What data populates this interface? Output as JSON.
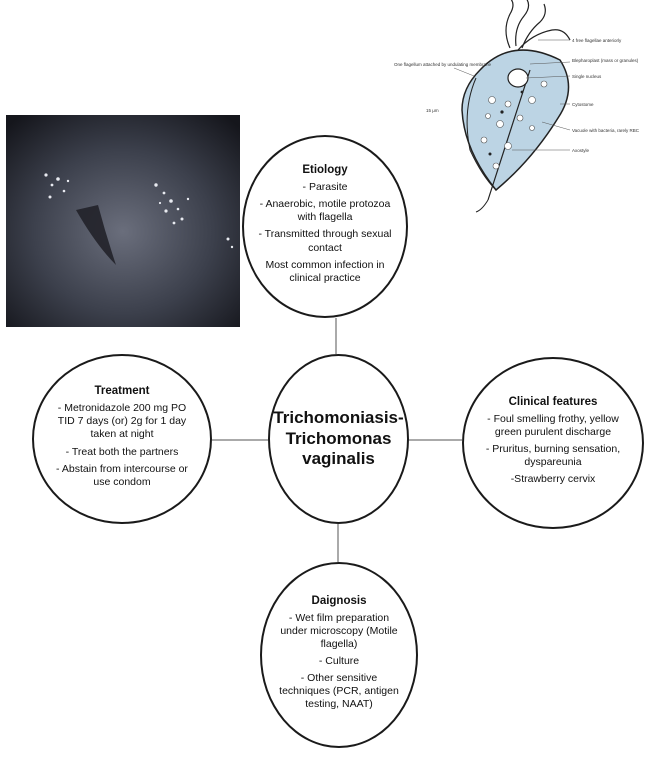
{
  "center": {
    "title_lines": [
      "Trichomoniasis-",
      "Trichomonas",
      "vaginalis"
    ]
  },
  "etiology": {
    "title": "Etiology",
    "items": [
      "- Parasite",
      "- Anaerobic, motile protozoa with flagella",
      "- Transmitted through sexual contact",
      "Most common infection in clinical practice"
    ]
  },
  "treatment": {
    "title": "Treatment",
    "items": [
      "- Metronidazole 200 mg PO TID 7 days (or) 2g for 1 day taken at night",
      "- Treat both the partners",
      "- Abstain from intercourse or use condom"
    ]
  },
  "clinical": {
    "title": "Clinical features",
    "items": [
      "- Foul smelling frothy, yellow green purulent discharge",
      "- Pruritus, burning sensation, dyspareunia",
      "-Strawberry cervix"
    ]
  },
  "diagnosis": {
    "title": "Daignosis",
    "items": [
      "- Wet film preparation under microscopy (Motile flagella)",
      "- Culture",
      "- Other sensitive techniques (PCR, antigen testing, NAAT)"
    ]
  },
  "organism_labels": {
    "free_flagella": "4 free flagellae anteriorly",
    "blepharoplast": "Blepharoplast (mass or granules)",
    "one_flagellum": "One flagellum attached by undulating membrane",
    "nucleus": "Single nucleus",
    "size": "15 μm",
    "cytostome": "Cytostome",
    "vacuole": "Vacuole with bacteria, rarely RBC",
    "axostyle": "Axostyle"
  }
}
